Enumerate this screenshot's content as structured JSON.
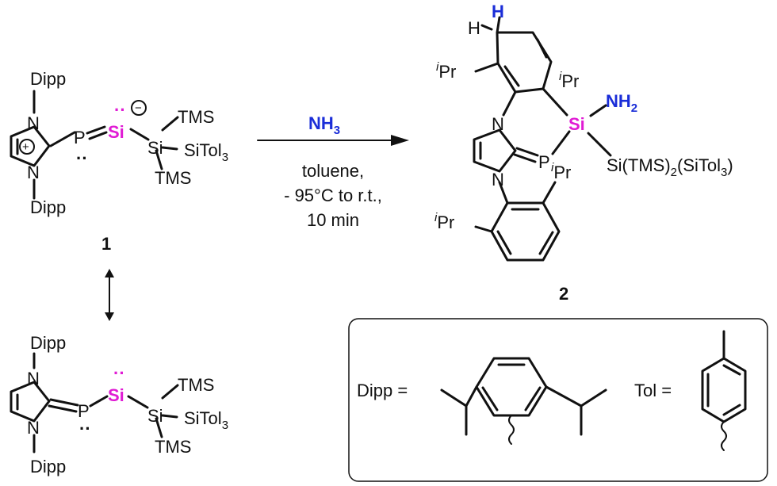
{
  "colors": {
    "silicon": "#e01bd4",
    "reagent": "#1a2dd8",
    "text": "#111111"
  },
  "compound_1": {
    "number": "1",
    "n_top": "N",
    "dipp_top": "Dipp",
    "n_bottom": "N",
    "dipp_bottom": "Dipp",
    "plus": "+",
    "p": "P",
    "si_center": "Si",
    "minus": "−",
    "si_right": "Si",
    "tms_top": "TMS",
    "tms_bottom": "TMS",
    "sitol_main": "SiTol",
    "sitol_sub": "3"
  },
  "resonance_form": {
    "n_top": "N",
    "dipp_top": "Dipp",
    "n_bottom": "N",
    "dipp_bottom": "Dipp",
    "p": "P",
    "si_center": "Si",
    "si_right": "Si",
    "tms_top": "TMS",
    "tms_bottom": "TMS",
    "sitol_main": "SiTol",
    "sitol_sub": "3"
  },
  "reaction": {
    "reagent_main": "NH",
    "reagent_sub": "3",
    "condition_line1": "toluene,",
    "condition_line2": "- 95°C to r.t.,",
    "condition_line3": "10 min"
  },
  "compound_2": {
    "number": "2",
    "h_blue": "H",
    "h_black": "H",
    "ipr_sup": "i",
    "ipr_main": "Pr",
    "n_top": "N",
    "n_bottom": "N",
    "p": "P",
    "si": "Si",
    "nh2_main": "NH",
    "nh2_sub": "2",
    "sub_a": "Si(TMS)",
    "sub_a_idx": "2",
    "sub_b": "(SiTol",
    "sub_b_idx": "3",
    "sub_c": ")"
  },
  "legend": {
    "dipp_label": "Dipp =",
    "tol_label": "Tol ="
  }
}
